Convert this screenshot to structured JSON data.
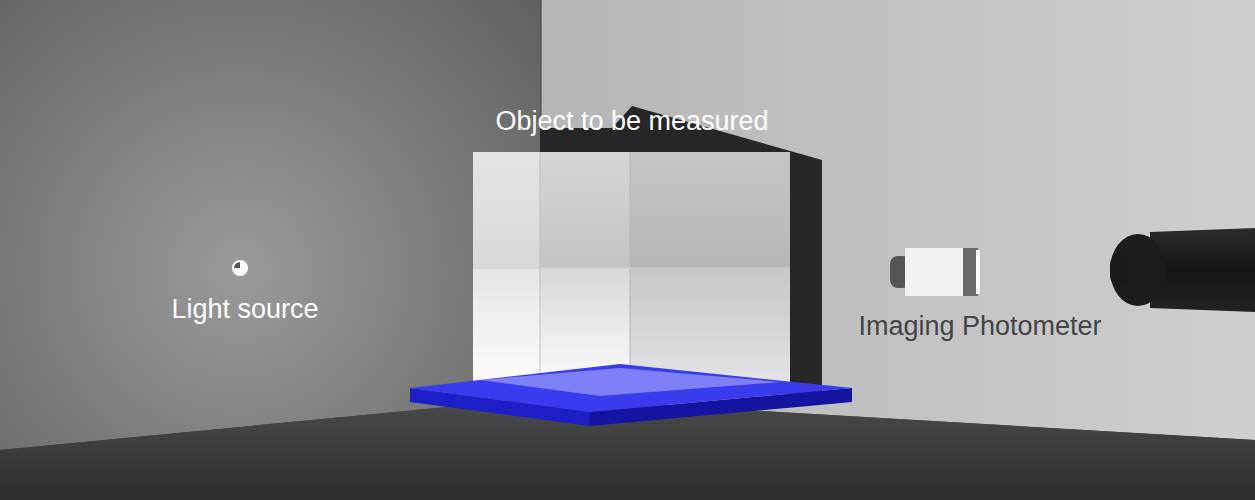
{
  "diagram": {
    "labels": [
      "Object to be measured",
      "Light source",
      "Imaging Photometer"
    ]
  }
}
